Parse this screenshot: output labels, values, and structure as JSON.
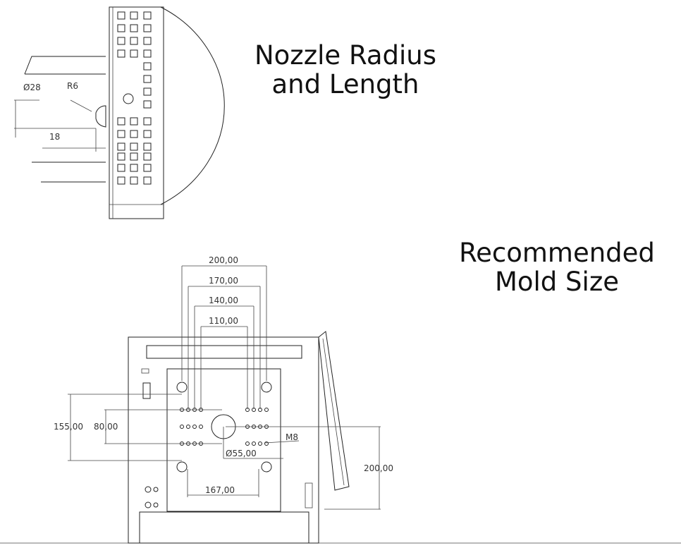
{
  "nozzle": {
    "title_line1": "Nozzle Radius",
    "title_line2": "and Length",
    "dims": {
      "diameter": "Ø28",
      "radius": "R6",
      "length": "18"
    }
  },
  "mold": {
    "title_line1": "Recommended",
    "title_line2": "Mold Size",
    "dims": {
      "w200": "200,00",
      "w170": "170,00",
      "w140": "140,00",
      "w110": "110,00",
      "h155": "155,00",
      "h80": "80,00",
      "thread": "M8",
      "bore": "Ø55,00",
      "tie_bar": "167,00",
      "h200": "200,00"
    }
  }
}
